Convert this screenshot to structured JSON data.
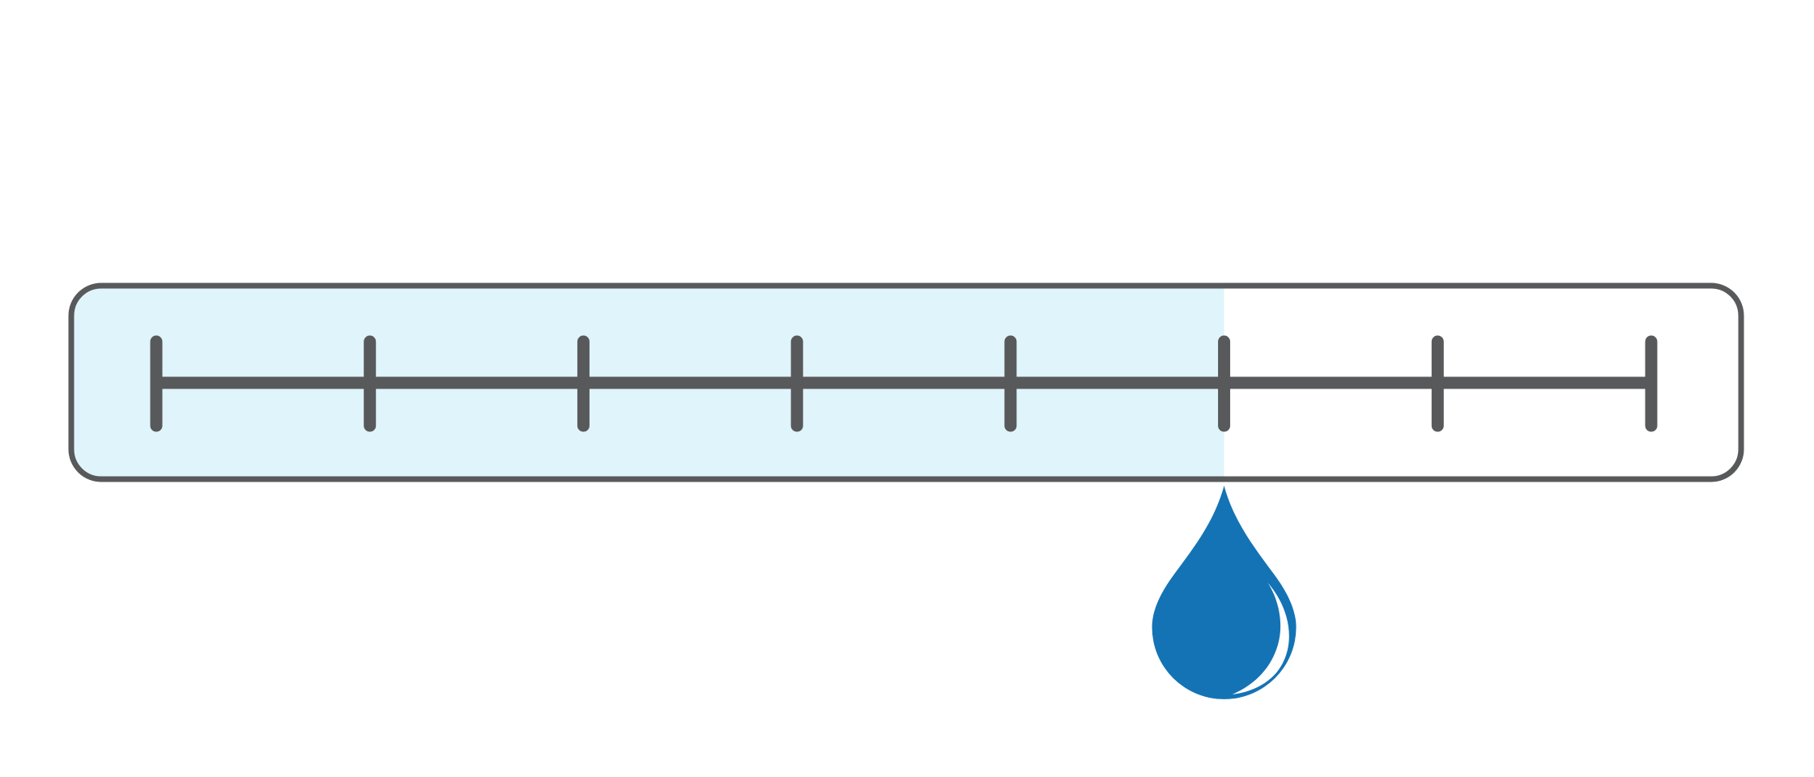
{
  "gauge": {
    "type": "moisture-level-scale",
    "tick_count": 8,
    "level_fraction": 0.7143,
    "level_tick_index": 5,
    "colors": {
      "outline": "#58595b",
      "fill": "#e0f4fb",
      "background": "#ffffff",
      "drop": "#1473b5",
      "drop_highlight": "#ffffff"
    }
  },
  "indicator": {
    "icon": "water-drop-icon"
  }
}
